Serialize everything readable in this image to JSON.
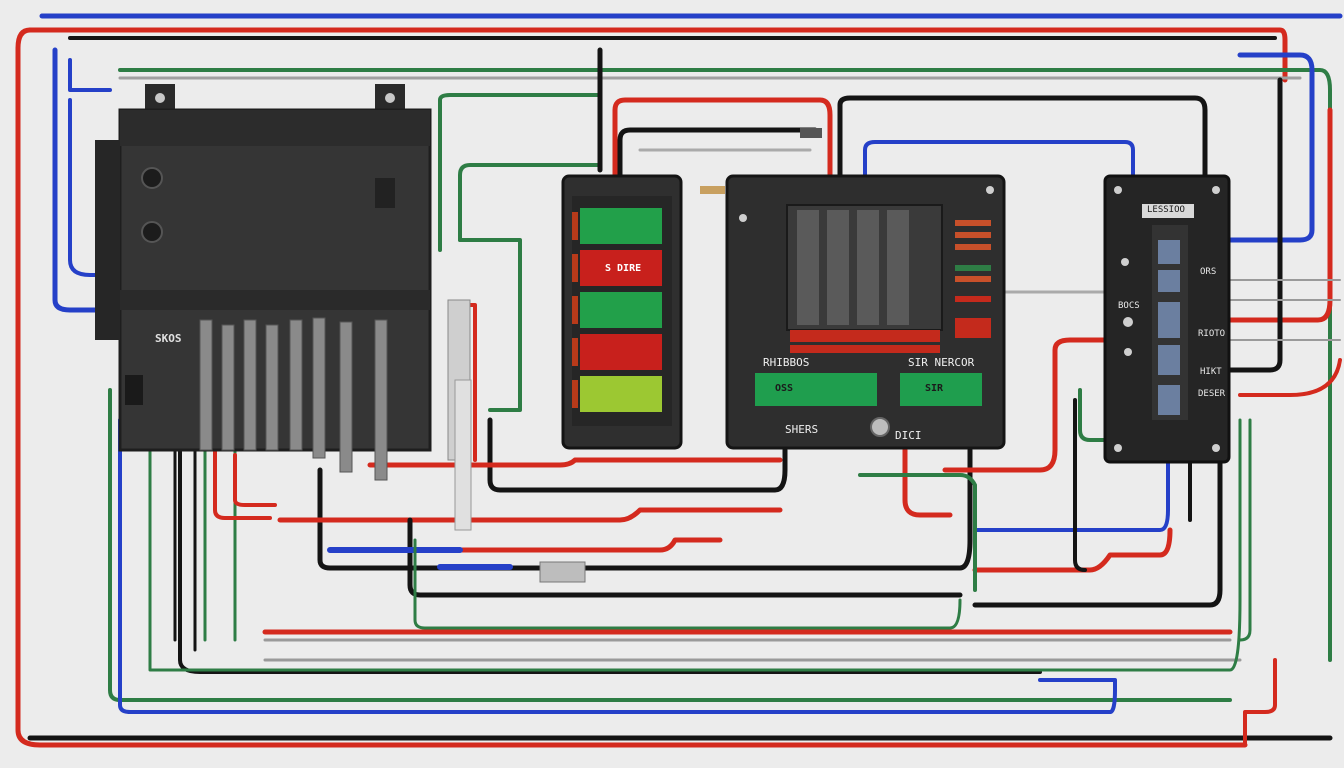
{
  "diagram": {
    "components": {
      "left_module": {
        "label": "SKOS"
      },
      "center_meter": {
        "bars": [
          {
            "color": "green"
          },
          {
            "color": "red",
            "label": "S DIRE"
          },
          {
            "color": "green"
          },
          {
            "color": "red"
          },
          {
            "color": "yellow-green"
          }
        ]
      },
      "main_panel": {
        "label_left": "RHIBBOS",
        "label_right": "SIR NERCOR",
        "button_left": "OSS",
        "button_right": "SIR",
        "sub_left": "SHERS",
        "sub_right": "DICI"
      },
      "right_module": {
        "header": "LESSIOO",
        "side_labels": [
          "BOCS",
          "ORS",
          "RIOTO",
          "HIKT",
          "DESER"
        ]
      }
    },
    "wire_colors": {
      "red": "#d42a1e",
      "blue": "#2540c8",
      "black": "#141414",
      "green": "#2e7d45",
      "gray": "#9a9a9a"
    }
  }
}
